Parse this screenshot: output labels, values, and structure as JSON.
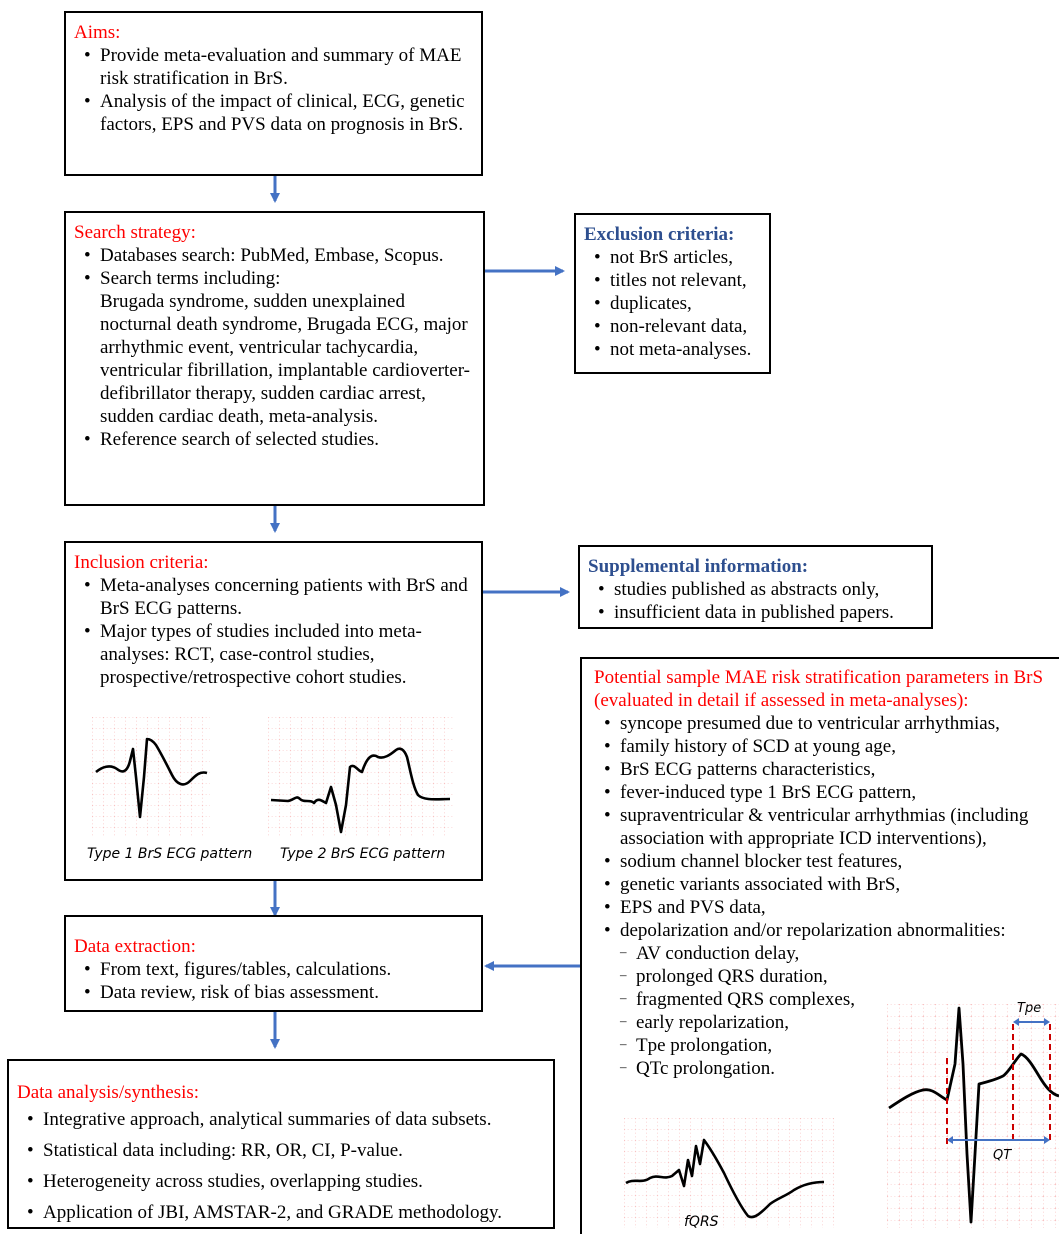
{
  "aims": {
    "title": "Aims:",
    "items": [
      "Provide meta-evaluation and summary of MAE risk stratification in BrS.",
      "Analysis of the impact of clinical, ECG, genetic factors, EPS and PVS data on prognosis in BrS."
    ]
  },
  "search": {
    "title": "Search strategy:",
    "item1": "Databases search: PubMed, Embase, Scopus.",
    "item2": "Search terms including:",
    "terms": "Brugada syndrome, sudden unexplained nocturnal death syndrome, Brugada ECG, major arrhythmic event, ventricular tachycardia, ventricular fibrillation, implantable cardioverter-defibrillator therapy, sudden cardiac arrest, sudden cardiac death, meta-analysis.",
    "item3": "Reference search of selected studies."
  },
  "exclusion": {
    "title": "Exclusion criteria:",
    "items": [
      "not BrS articles,",
      "titles not relevant,",
      "duplicates,",
      "non-relevant data,",
      "not meta-analyses."
    ]
  },
  "inclusion": {
    "title": "Inclusion criteria:",
    "items": [
      "Meta-analyses concerning patients with BrS and BrS ECG patterns.",
      "Major types of studies included into meta-analyses: RCT, case-control studies, prospective/retrospective cohort studies."
    ],
    "ecg1_caption": "Type 1 BrS ECG pattern",
    "ecg2_caption": "Type 2 BrS ECG pattern"
  },
  "supplemental": {
    "title": "Supplemental information:",
    "items": [
      "studies published as abstracts only,",
      "insufficient data in published papers."
    ]
  },
  "extraction": {
    "title": "Data extraction:",
    "items": [
      "From text, figures/tables, calculations.",
      "Data review, risk of bias assessment."
    ]
  },
  "analysis": {
    "title": "Data analysis/synthesis:",
    "items": [
      "Integrative approach, analytical summaries of data subsets.",
      "Statistical data including: RR, OR, CI, P-value.",
      "Heterogeneity across studies, overlapping studies.",
      "Application of JBI, AMSTAR-2, and GRADE methodology."
    ]
  },
  "parameters": {
    "title": "Potential sample MAE risk stratification parameters in BrS (evaluated in detail if assessed in meta-analyses):",
    "items": [
      "syncope presumed due to ventricular arrhythmias,",
      "family history of SCD at young age,",
      "BrS ECG patterns characteristics,",
      "fever-induced type 1 BrS ECG pattern,",
      "supraventricular & ventricular arrhythmias (including association with appropriate ICD interventions),",
      "sodium channel blocker test features,",
      "genetic variants associated with BrS,",
      "EPS and PVS data,",
      "depolarization and/or repolarization abnormalities:"
    ],
    "subitems": [
      "AV conduction delay,",
      "prolonged QRS duration,",
      "fragmented QRS complexes,",
      "early repolarization,",
      "Tpe prolongation,",
      "QTc prolongation."
    ],
    "fqrs_label": "fQRS",
    "tpe_label": "Tpe",
    "qt_label": "QT"
  },
  "colors": {
    "title_red": "#ff0000",
    "title_blue": "#2e4f8f",
    "arrow": "#4472c4",
    "grid": "#f08080",
    "marker": "#cc0000"
  }
}
